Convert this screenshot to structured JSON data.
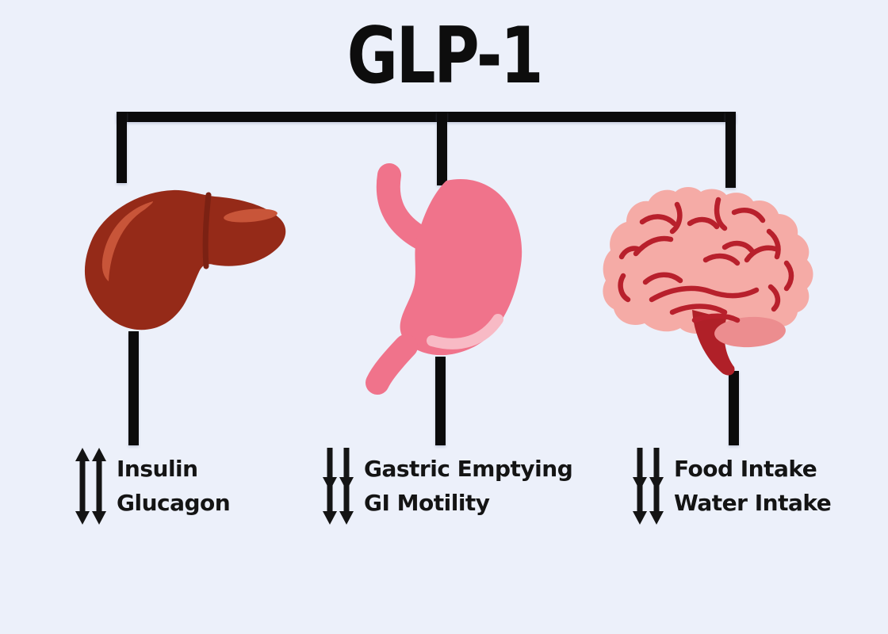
{
  "title": "GLP-1",
  "colors": {
    "background": "#ecf0fa",
    "connector": "#0b0b0b",
    "text": "#141414",
    "liver_body": "#952a18",
    "liver_seam": "#7b2113",
    "liver_highlight": "#c85539",
    "stomach_body": "#f0738b",
    "stomach_highlight": "#f8bac5",
    "brain_cortex": "#f5aba6",
    "brain_folds": "#b8202c",
    "brain_cerebellum": "#ec8d8f",
    "brain_stem": "#b02028"
  },
  "branches": [
    {
      "organ": "liver",
      "effects": [
        {
          "direction": "up",
          "label": "Insulin"
        },
        {
          "direction": "down",
          "label": "Glucagon"
        }
      ]
    },
    {
      "organ": "stomach",
      "effects": [
        {
          "direction": "down",
          "label": "Gastric Emptying"
        },
        {
          "direction": "down",
          "label": "GI Motility"
        }
      ]
    },
    {
      "organ": "brain",
      "effects": [
        {
          "direction": "down",
          "label": "Food Intake"
        },
        {
          "direction": "down",
          "label": "Water Intake"
        }
      ]
    }
  ]
}
